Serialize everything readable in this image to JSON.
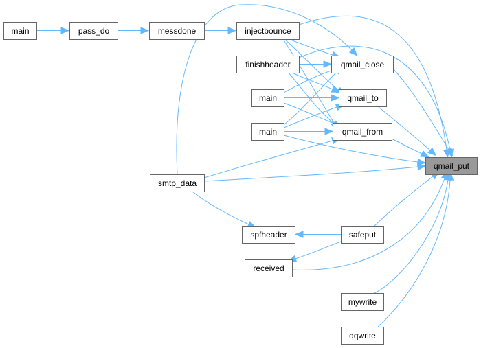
{
  "diagram": {
    "type": "call-graph",
    "colors": {
      "edge": "#63b8ff",
      "node_border": "#666666",
      "node_fill": "#ffffff",
      "highlight_fill": "#999999"
    },
    "nodes": [
      {
        "id": "main_a",
        "label": "main"
      },
      {
        "id": "pass_do",
        "label": "pass_do"
      },
      {
        "id": "messdone",
        "label": "messdone"
      },
      {
        "id": "injectbounce",
        "label": "injectbounce"
      },
      {
        "id": "finishheader",
        "label": "finishheader"
      },
      {
        "id": "main_b",
        "label": "main"
      },
      {
        "id": "main_c",
        "label": "main"
      },
      {
        "id": "smtp_data",
        "label": "smtp_data"
      },
      {
        "id": "spfheader",
        "label": "spfheader"
      },
      {
        "id": "received",
        "label": "received"
      },
      {
        "id": "qmail_close",
        "label": "qmail_close"
      },
      {
        "id": "qmail_to",
        "label": "qmail_to"
      },
      {
        "id": "qmail_from",
        "label": "qmail_from"
      },
      {
        "id": "safeput",
        "label": "safeput"
      },
      {
        "id": "mywrite",
        "label": "mywrite"
      },
      {
        "id": "qqwrite",
        "label": "qqwrite"
      },
      {
        "id": "qmail_put",
        "label": "qmail_put",
        "highlighted": true
      }
    ],
    "edges": [
      {
        "from": "main_a",
        "to": "pass_do"
      },
      {
        "from": "pass_do",
        "to": "messdone"
      },
      {
        "from": "messdone",
        "to": "injectbounce"
      },
      {
        "from": "injectbounce",
        "to": "qmail_close"
      },
      {
        "from": "injectbounce",
        "to": "qmail_to"
      },
      {
        "from": "injectbounce",
        "to": "qmail_from"
      },
      {
        "from": "injectbounce",
        "to": "qmail_put"
      },
      {
        "from": "finishheader",
        "to": "qmail_close"
      },
      {
        "from": "finishheader",
        "to": "qmail_to"
      },
      {
        "from": "finishheader",
        "to": "qmail_from"
      },
      {
        "from": "finishheader",
        "to": "qmail_put"
      },
      {
        "from": "main_b",
        "to": "qmail_close"
      },
      {
        "from": "main_b",
        "to": "qmail_to"
      },
      {
        "from": "main_b",
        "to": "qmail_from"
      },
      {
        "from": "main_c",
        "to": "qmail_close"
      },
      {
        "from": "main_c",
        "to": "qmail_to"
      },
      {
        "from": "main_c",
        "to": "qmail_from"
      },
      {
        "from": "main_c",
        "to": "qmail_put"
      },
      {
        "from": "smtp_data",
        "to": "qmail_close"
      },
      {
        "from": "smtp_data",
        "to": "qmail_from"
      },
      {
        "from": "smtp_data",
        "to": "qmail_put"
      },
      {
        "from": "smtp_data",
        "to": "spfheader"
      },
      {
        "from": "safeput",
        "to": "spfheader"
      },
      {
        "from": "safeput",
        "to": "received"
      },
      {
        "from": "safeput",
        "to": "qmail_put"
      },
      {
        "from": "received",
        "to": "qmail_put"
      },
      {
        "from": "qmail_close",
        "to": "qmail_put"
      },
      {
        "from": "qmail_to",
        "to": "qmail_put"
      },
      {
        "from": "qmail_from",
        "to": "qmail_put"
      },
      {
        "from": "mywrite",
        "to": "qmail_put"
      },
      {
        "from": "qqwrite",
        "to": "qmail_put"
      }
    ]
  }
}
